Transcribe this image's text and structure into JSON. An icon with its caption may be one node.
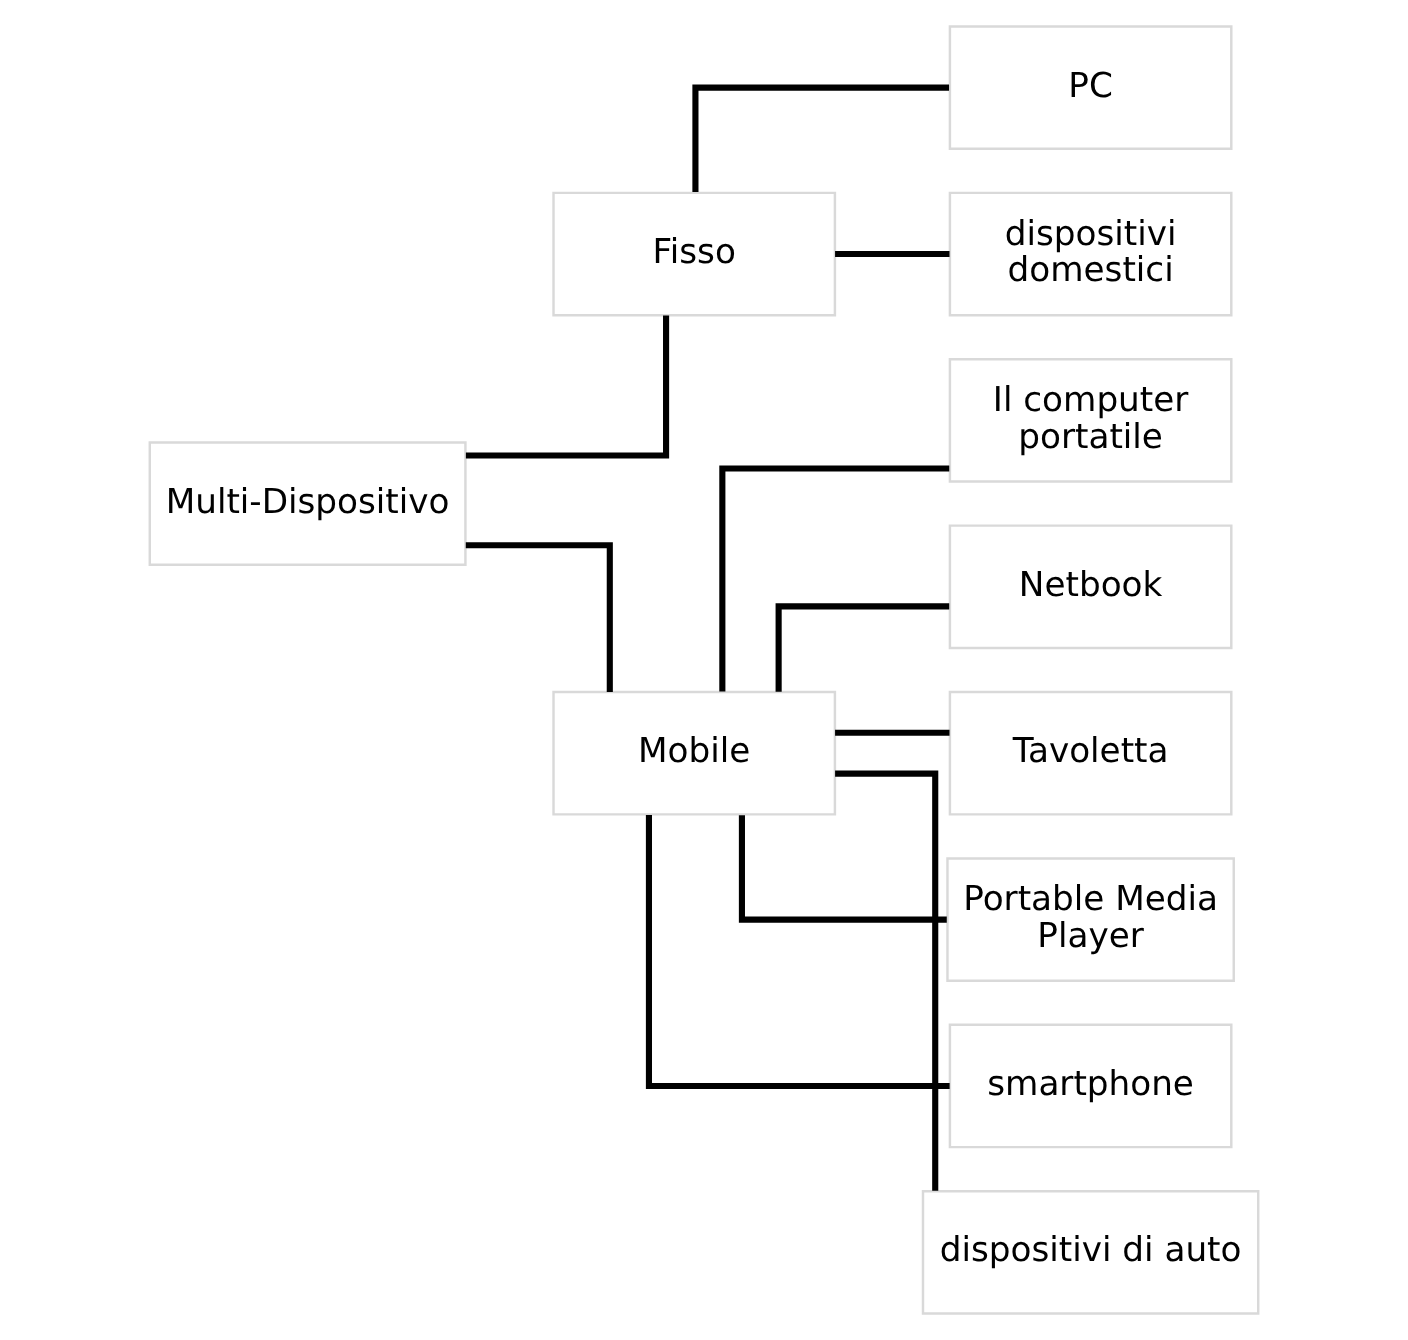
{
  "diagram": {
    "nodes": [
      {
        "text": [
          "Multi-Dispositivo"
        ]
      },
      {
        "text": [
          "Fisso"
        ]
      },
      {
        "text": [
          "PC"
        ]
      },
      {
        "text": [
          "dispositivi domestici"
        ]
      },
      {
        "text": [
          "Mobile"
        ]
      },
      {
        "text": [
          "Il computer portatile"
        ]
      },
      {
        "text": [
          "Netbook"
        ]
      },
      {
        "text": [
          "Tavoletta"
        ]
      },
      {
        "text": [
          "Portable Media Player"
        ]
      },
      {
        "text": [
          "smartphone"
        ]
      },
      {
        "text": [
          "dispositivi di auto"
        ]
      }
    ],
    "edges": [
      {
        "from": 0,
        "to": 1,
        "arrow": "none"
      },
      {
        "from": 0,
        "to": 4,
        "arrow": "none"
      },
      {
        "from": 1,
        "to": 2,
        "arrow": "none"
      },
      {
        "from": 1,
        "to": 3,
        "arrow": "none"
      },
      {
        "from": 4,
        "to": 5,
        "arrow": "none"
      },
      {
        "from": 4,
        "to": 6,
        "arrow": "none"
      },
      {
        "from": 4,
        "to": 7,
        "arrow": "none"
      },
      {
        "from": 4,
        "to": 8,
        "arrow": "none"
      },
      {
        "from": 4,
        "to": 9,
        "arrow": "none"
      },
      {
        "from": 4,
        "to": 10,
        "arrow": "none"
      }
    ]
  }
}
